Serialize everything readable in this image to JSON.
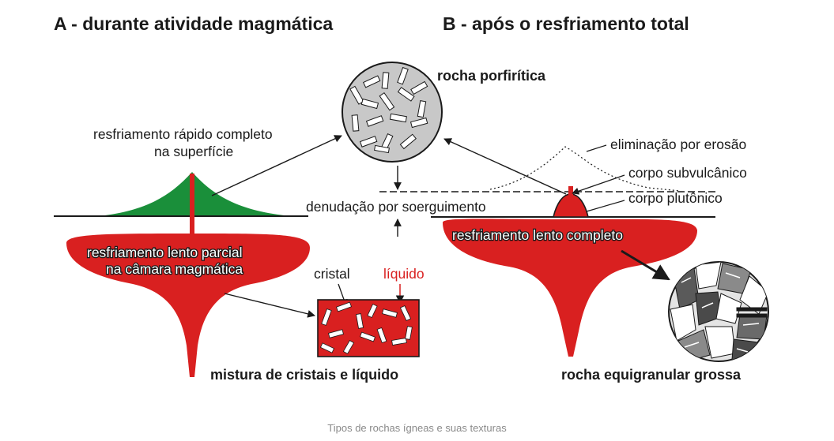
{
  "colors": {
    "magma": "#d92020",
    "volcano": "#1a8f3a",
    "rock_gray": "#c8c8c8",
    "ink": "#1a1a1a"
  },
  "panel_a": {
    "title": "A - durante atividade magmática",
    "surface_cooling_line1": "resfriamento rápido completo",
    "surface_cooling_line2": "na superfície",
    "chamber_line1": "resfriamento lento parcial",
    "chamber_line2": "na câmara magmática",
    "crystal": "cristal",
    "liquid": "líquido",
    "mixture": "mistura de cristais e líquido"
  },
  "panel_b": {
    "title": "B - após o resfriamento total",
    "porphyritic": "rocha porfirítica",
    "erosion": "eliminação por erosão",
    "subvolcanic": "corpo subvulcânico",
    "plutonic": "corpo plutônico",
    "slow_complete": "resfriamento lento completo",
    "coarse": "rocha equigranular grossa"
  },
  "center": {
    "denudation": "denudação por soerguimento"
  },
  "caption": "Tipos de rochas ígneas e suas texturas"
}
